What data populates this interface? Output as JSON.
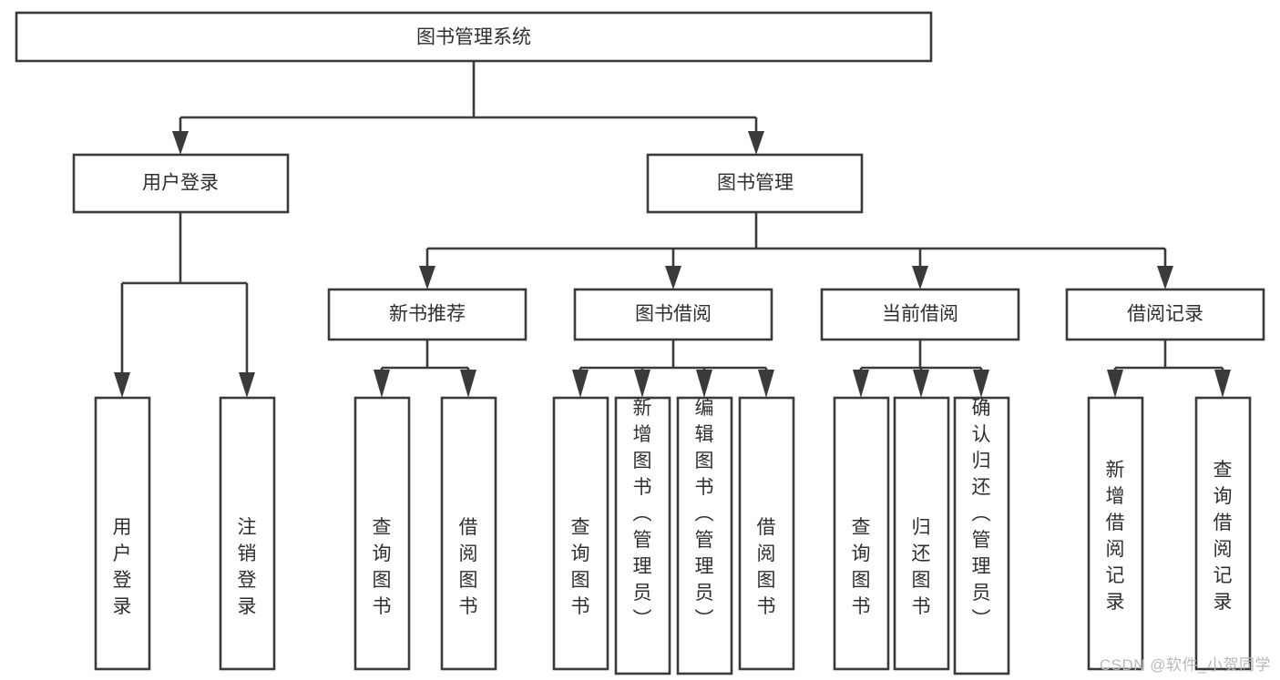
{
  "diagram": {
    "type": "tree-hierarchy",
    "title": "图书管理系统",
    "watermark": "CSDN @软件_小贺同学",
    "colors": {
      "stroke": "#3a3a3a",
      "box_fill": "#ffffff",
      "text": "#2f2f2f",
      "background": "#ffffff",
      "watermark": "#b9b9b9"
    },
    "levels": {
      "root": {
        "label": "图书管理系统"
      },
      "level2": [
        {
          "label": "用户登录"
        },
        {
          "label": "图书管理"
        }
      ],
      "level3": [
        {
          "label": "新书推荐"
        },
        {
          "label": "图书借阅"
        },
        {
          "label": "当前借阅"
        },
        {
          "label": "借阅记录"
        }
      ]
    },
    "leaves": {
      "user_login": [
        {
          "label": "用户登录"
        },
        {
          "label": "注销登录"
        }
      ],
      "new_book_recommend": [
        {
          "label": "查询图书"
        },
        {
          "label": "借阅图书"
        }
      ],
      "book_borrow": [
        {
          "label": "查询图书"
        },
        {
          "label": "新增图书（管理员）"
        },
        {
          "label": "编辑图书（管理员）"
        },
        {
          "label": "借阅图书"
        }
      ],
      "current_borrow": [
        {
          "label": "查询图书"
        },
        {
          "label": "归还图书"
        },
        {
          "label": "确认归还（管理员）"
        }
      ],
      "borrow_record": [
        {
          "label": "新增借阅记录"
        },
        {
          "label": "查询借阅记录"
        }
      ]
    },
    "nodes_flat": [
      "图书管理系统",
      "用户登录",
      "图书管理",
      "新书推荐",
      "图书借阅",
      "当前借阅",
      "借阅记录",
      "用户登录",
      "注销登录",
      "查询图书",
      "借阅图书",
      "查询图书",
      "新增图书（管理员）",
      "编辑图书（管理员）",
      "借阅图书",
      "查询图书",
      "归还图书",
      "确认归还（管理员）",
      "新增借阅记录",
      "查询借阅记录"
    ]
  }
}
